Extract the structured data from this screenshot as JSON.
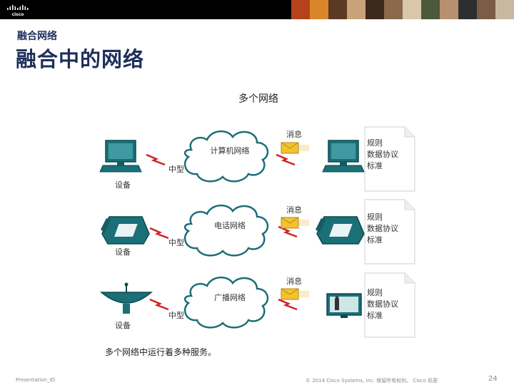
{
  "header": {
    "subtitle": "融合网络",
    "title": "融合中的网络",
    "brand": "cisco"
  },
  "diagram": {
    "heading": "多个网络",
    "caption": "多个网络中运行着多种服务。",
    "rows": [
      {
        "device_label": "设备",
        "cloud_label": "计算机网络",
        "medium_label": "中型",
        "message_label": "消息",
        "rules": [
          "规则",
          "数据协议",
          "标准"
        ]
      },
      {
        "device_label": "设备",
        "cloud_label": "电话网络",
        "medium_label": "中型",
        "message_label": "消息",
        "rules": [
          "规则",
          "数据协议",
          "标准"
        ]
      },
      {
        "device_label": "设备",
        "cloud_label": "广播网络",
        "medium_label": "中型",
        "message_label": "消息",
        "rules": [
          "规则",
          "数据协议",
          "标准"
        ]
      }
    ]
  },
  "footer": {
    "left": "Presentation_ID",
    "middle": "© 2014 Cisco Systems, Inc. 保留所有权利。 Cisco 机密",
    "page": "24"
  },
  "colors": {
    "teal": "#1b6f77",
    "navy_title": "#1f2f5c",
    "medium_red": "#d32027",
    "envelope": "#f2c230"
  }
}
